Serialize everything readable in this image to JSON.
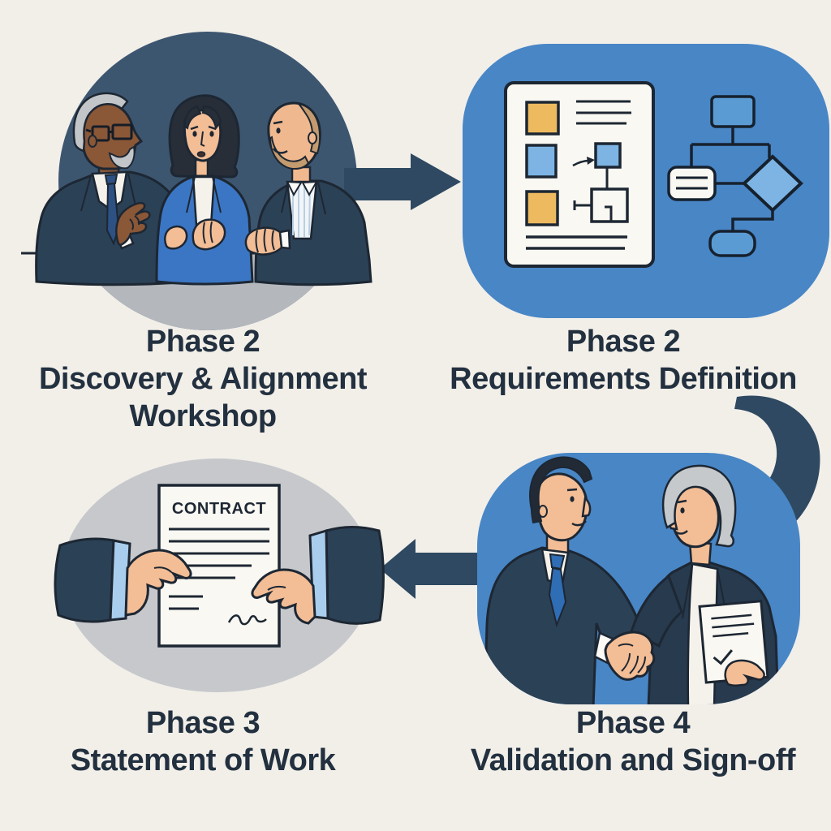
{
  "background": "#f2efe9",
  "palette": {
    "navy_circle": "#3d5670",
    "navy_dark": "#2b4156",
    "arrow": "#2e4961",
    "outline": "#1d2733",
    "blue_blob": "#4886c6",
    "blue_mid": "#5b9bd4",
    "blue_light": "#7db4e4",
    "orange": "#eeba60",
    "paper": "#faf8f2",
    "gray_table": "#b4b8bd",
    "gray_ellipse": "#c6c8cc",
    "skin_light": "#f3bd95",
    "skin_dark": "#8a5737",
    "label_text": "#22303f"
  },
  "phases": [
    {
      "id": "discovery",
      "phase_line": "Phase 2",
      "title_lines": [
        "Discovery & Alignment",
        "Workshop"
      ],
      "illustration": "three-colleagues-meeting-at-table"
    },
    {
      "id": "requirements",
      "phase_line": "Phase 2",
      "title_lines": [
        "Requirements Definition"
      ],
      "illustration": "requirements-document-and-flowchart"
    },
    {
      "id": "statement-of-work",
      "phase_line": "Phase 3",
      "title_lines": [
        "Statement of Work"
      ],
      "illustration": "contract-handoff-between-two-hands"
    },
    {
      "id": "validation",
      "phase_line": "Phase 4",
      "title_lines": [
        "Validation and Sign-off"
      ],
      "illustration": "handshake-with-approved-document"
    }
  ],
  "contract": {
    "title": "CONTRACT"
  },
  "flow": {
    "connections": [
      "discovery to requirements: right arrow",
      "requirements to validation: curved connector down right edge",
      "validation to statement-of-work: left arrow"
    ]
  }
}
